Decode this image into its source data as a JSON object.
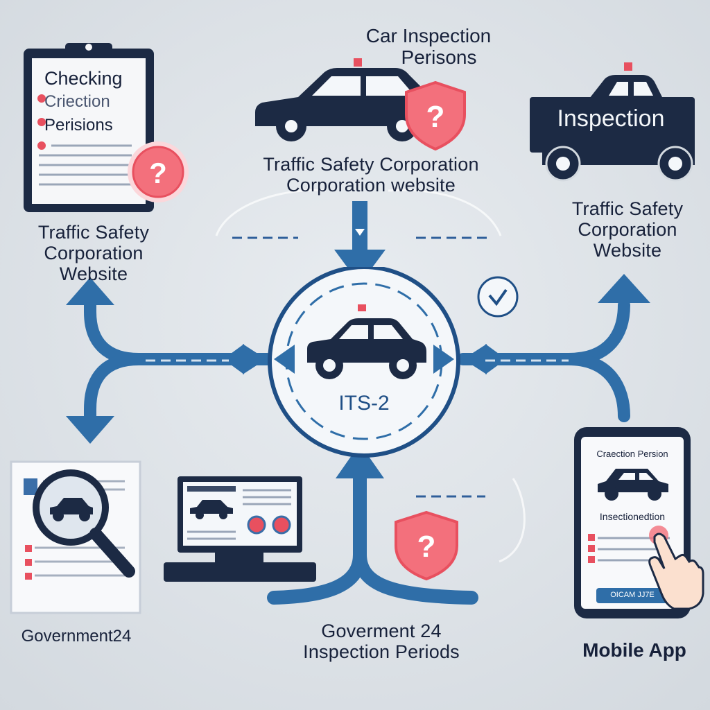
{
  "title": {
    "line1": "Car Inspection",
    "line2": "Perisons"
  },
  "clipboard": {
    "line1": "Checking",
    "line2": "Criection",
    "line3": "Perisions"
  },
  "top_left_label": {
    "line1": "Traffic Safety",
    "line2": "Corporation",
    "line3": "Website"
  },
  "top_center_label": {
    "line1": "Traffic Safety Corporation",
    "line2": "Corporation website"
  },
  "truck": {
    "sign": "Inspection"
  },
  "top_right_label": {
    "line1": "Traffic Safety",
    "line2": "Corporation",
    "line3": "Website"
  },
  "hub": {
    "label": "ITS-2"
  },
  "bottom_left_label": {
    "line1": "Government24"
  },
  "bottom_center_label": {
    "line1": "Goverment 24",
    "line2": "Inspection Periods"
  },
  "phone": {
    "header": "Craection Persion",
    "caption": "Insectionedtion",
    "button": "OICAM JJ7E"
  },
  "bottom_right_label": {
    "line1": "Mobile App"
  },
  "colors": {
    "flow_blue": "#2f6ea8",
    "dark_navy": "#1c2a44",
    "alert_red": "#e8505f",
    "light_red": "#f3707c"
  },
  "icons": {
    "question_shield": "question-shield-icon",
    "question_badge": "question-badge-icon",
    "magnifier": "magnifier-icon",
    "checkmark_circle": "check-circle-icon"
  }
}
